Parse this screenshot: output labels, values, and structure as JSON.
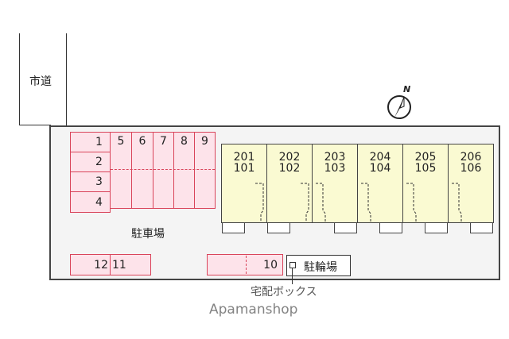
{
  "road_label": "市道",
  "compass_label": "N",
  "parking_label": "駐車場",
  "parking_left": [
    "1",
    "2",
    "3",
    "4"
  ],
  "parking_top": [
    "5",
    "6",
    "7",
    "8",
    "9"
  ],
  "parking_bottom": [
    "12",
    "11",
    "10"
  ],
  "units": [
    {
      "upper": "201",
      "lower": "101"
    },
    {
      "upper": "202",
      "lower": "102"
    },
    {
      "upper": "203",
      "lower": "103"
    },
    {
      "upper": "204",
      "lower": "104"
    },
    {
      "upper": "205",
      "lower": "105"
    },
    {
      "upper": "206",
      "lower": "106"
    }
  ],
  "bicycle_parking_label": "駐輪場",
  "delivery_box_label": "宅配ボックス",
  "watermark": "Apamanshop"
}
